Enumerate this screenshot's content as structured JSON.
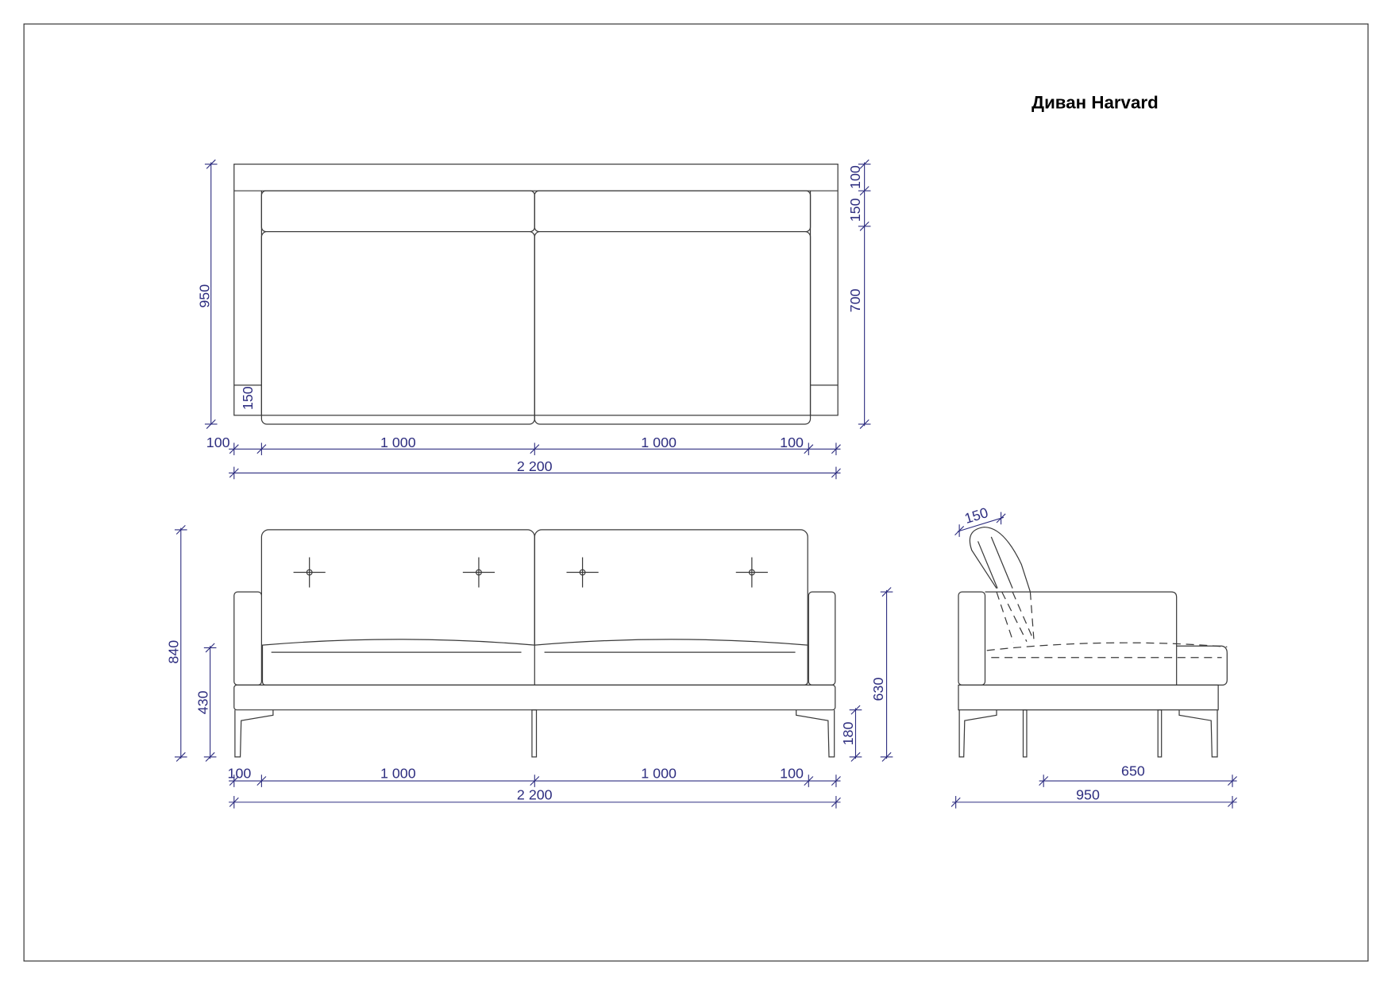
{
  "title": "Диван Harvard",
  "colors": {
    "dimension": "#2e2e80",
    "outline": "#3a3a3a"
  },
  "top_view": {
    "depth_total": "950",
    "back": "100",
    "back_cushion": "150",
    "seat": "700",
    "arm_block": "150",
    "widths": [
      "100",
      "1 000",
      "1 000",
      "100"
    ],
    "total_width": "2 200"
  },
  "front_view": {
    "height_total": "840",
    "seat_height": "430",
    "leg_height": "180",
    "arm_height": "630",
    "widths": [
      "100",
      "1 000",
      "1 000",
      "100"
    ],
    "total_width": "2 200"
  },
  "side_view": {
    "backrest_thickness": "150",
    "seat_depth": "650",
    "depth_total": "950"
  }
}
